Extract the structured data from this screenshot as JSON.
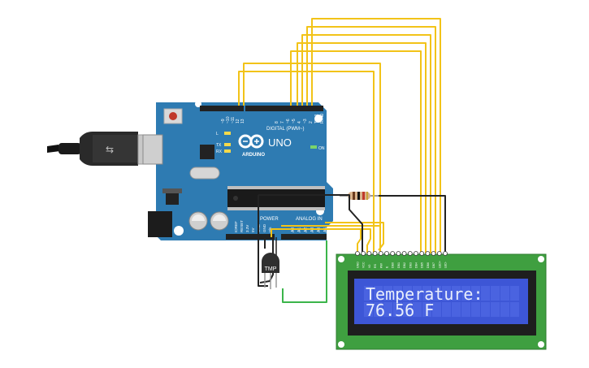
{
  "board": {
    "name": "UNO",
    "brand": "ARDUINO",
    "digital_label": "DIGITAL (PWM~)",
    "power_label": "POWER",
    "analog_label": "ANALOG IN",
    "on_label": "ON",
    "led_l": "L",
    "led_tx": "TX",
    "led_rx": "RX",
    "aref": "AREF",
    "gnd": "GND",
    "digital_pins": [
      "13",
      "12",
      "~11",
      "~10",
      "~9",
      "8",
      "7",
      "~6",
      "~5",
      "4",
      "~3",
      "2",
      "TX▸1",
      "RX◂0"
    ],
    "power_pins": [
      "IOREF",
      "RESET",
      "3.3V",
      "5V",
      "GND",
      "GND",
      "Vin"
    ],
    "analog_pins": [
      "A0",
      "A1",
      "A2",
      "A3",
      "A4",
      "A5"
    ]
  },
  "sensor": {
    "label": "TMP"
  },
  "lcd": {
    "line1": "Temperature:",
    "line2": "76.56 F",
    "pins": [
      "GND",
      "VCC",
      "V0",
      "RS",
      "RW",
      "E",
      "DB0",
      "DB1",
      "DB2",
      "DB3",
      "DB4",
      "DB5",
      "DB6",
      "DB7",
      "LED+",
      "LED-"
    ]
  },
  "colors": {
    "board": "#2e7bb2",
    "wire_yellow": "#f2c318",
    "wire_black": "#222222",
    "wire_green": "#3bb54a",
    "lcd_pcb": "#3f9f40",
    "lcd_screen": "#3d56d6"
  }
}
